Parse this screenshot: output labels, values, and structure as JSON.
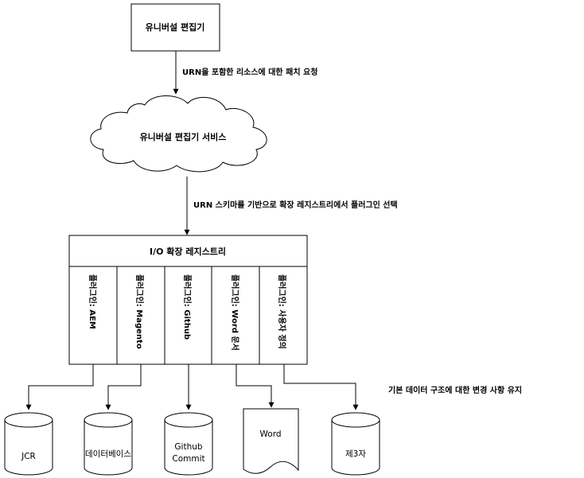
{
  "editor": {
    "title": "유니버설 편집기"
  },
  "fetch_edge": {
    "label": "URN을 포함한 리소스에 대한 패치 요청"
  },
  "service": {
    "title": "유니버설 편집기 서비스"
  },
  "select_edge": {
    "label": "URN 스키마를 기반으로 확장 레지스트리에서 플러그인 선택"
  },
  "registry": {
    "title": "I/O 확장 레지스트리",
    "plugins": [
      {
        "label": "플러그인: AEM"
      },
      {
        "label": "플러그인: Magento"
      },
      {
        "label": "플러그인: Github"
      },
      {
        "label": "플러그인: Word 문서"
      },
      {
        "label": "플러그인: 사용자 정의"
      }
    ]
  },
  "note": {
    "text": "기본 데이터 구조에 대한 변경 사항 유지"
  },
  "stores": [
    {
      "label": "JCR",
      "shape": "cylinder"
    },
    {
      "label": "데이터베이스",
      "shape": "cylinder"
    },
    {
      "label_line1": "Github",
      "label_line2": "Commit",
      "shape": "cylinder"
    },
    {
      "label": "Word",
      "shape": "document"
    },
    {
      "label": "제3자",
      "shape": "cylinder"
    }
  ]
}
